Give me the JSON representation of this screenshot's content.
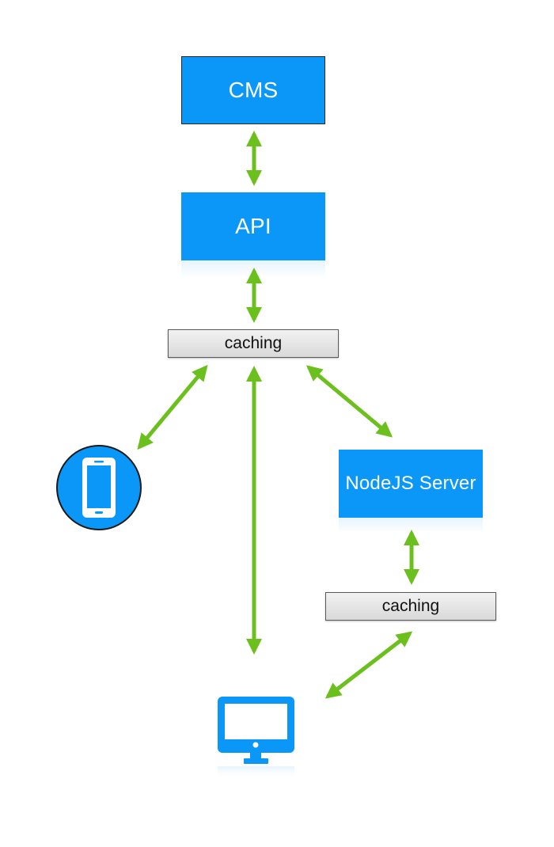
{
  "nodes": {
    "cms": {
      "label": "CMS"
    },
    "api": {
      "label": "API"
    },
    "caching_main": {
      "label": "caching"
    },
    "nodejs_server": {
      "label": "NodeJS Server"
    },
    "caching_node": {
      "label": "caching"
    }
  },
  "icons": {
    "mobile": "smartphone-icon",
    "desktop": "desktop-monitor-icon"
  },
  "colors": {
    "box_blue": "#0a97f7",
    "arrow_green": "#6cc01e",
    "cache_gray": "#e3e3e3"
  }
}
